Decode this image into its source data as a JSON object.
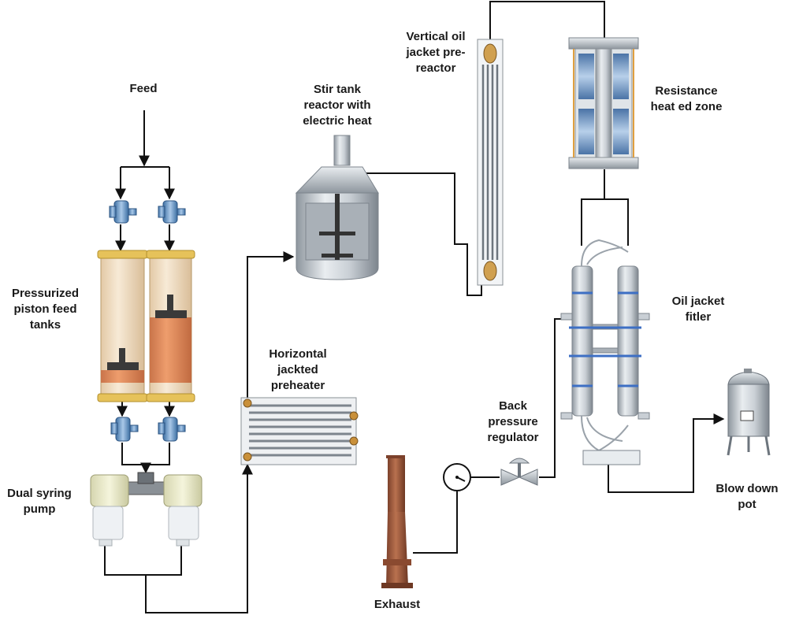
{
  "labels": {
    "feed": "Feed",
    "piston_tanks": "Pressurized\npiston feed\ntanks",
    "syringe_pump": "Dual syring\npump",
    "stir_tank": "Stir tank\nreactor with\nelectric heat",
    "preheater": "Horizontal\njackted\npreheater",
    "pre_reactor": "Vertical oil\njacket pre-\nreactor",
    "resistance_zone": "Resistance\nheat ed zone",
    "oil_filter": "Oil jacket\nfitler",
    "back_pressure": "Back\npressure\nregulator",
    "blow_down": "Blow down\npot",
    "exhaust": "Exhaust"
  },
  "colors": {
    "line": "#111111",
    "valve_blue": "#5b8fc4",
    "tank_cream": "#f3e2c8",
    "tank_orange": "#e8a070",
    "tank_rim": "#e6c25a",
    "steel": "#b9c0c7",
    "exhaust_brown": "#a45f42",
    "coil_blue": "#5f86b8"
  }
}
